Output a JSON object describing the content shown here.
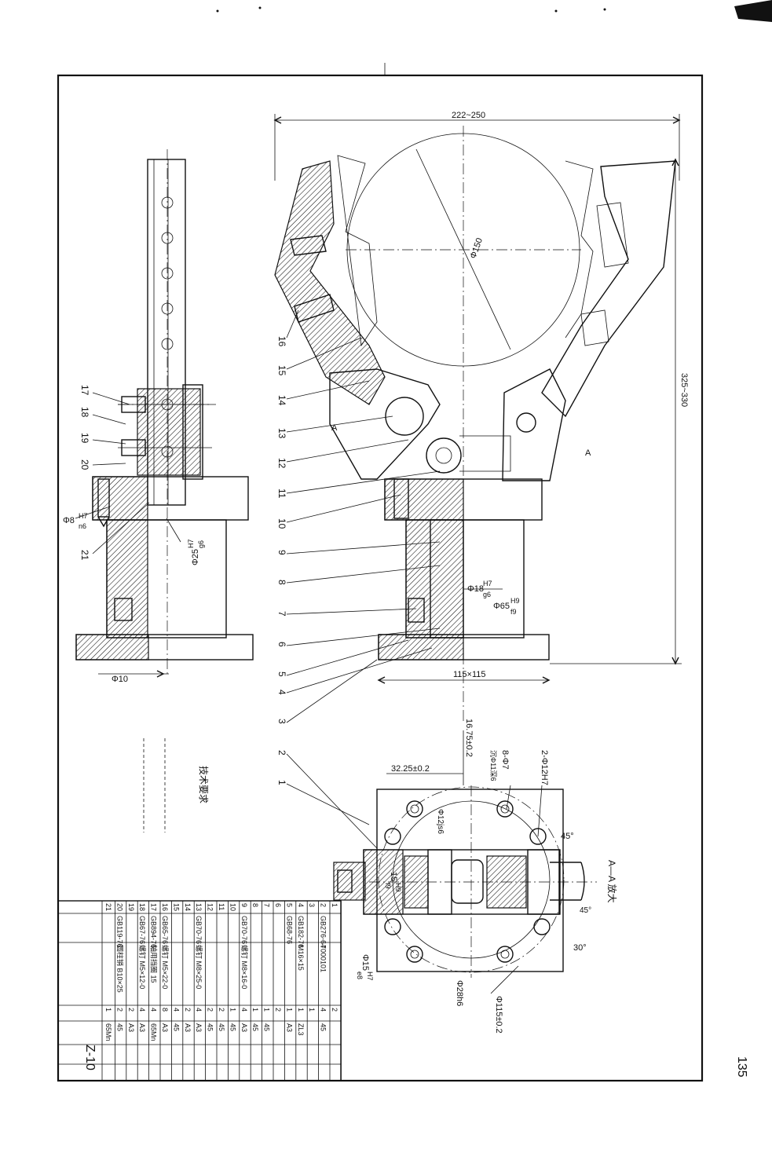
{
  "page_number": "135",
  "technical_requirements": "技术要求",
  "section_label": "A—A 放大",
  "drawing_number": "Z-10",
  "dimensions": {
    "jaw_span": "222~250",
    "height": "325~330",
    "circle_dia": "Φ150",
    "base": "115×115",
    "pin_fit": [
      "Φ8",
      "H7",
      "n6"
    ],
    "shaft_fit": [
      "Φ25",
      "H7",
      "g6"
    ],
    "bottom_dia": "Φ10",
    "rod_fit": [
      "Φ18",
      "H7",
      "g6"
    ],
    "bore_fit": [
      "Φ65",
      "H9",
      "f9"
    ],
    "offset_1": "16.75±0.2",
    "offset_2": "32.25±0.2",
    "holes_1": "8-Φ7",
    "holes_1_note": "沉Φ11深6",
    "holes_2": "2-Φ12H7",
    "pin_dia": "Φ12js6",
    "slot_fit": [
      "15",
      "H9",
      "f9"
    ],
    "lower_fit": [
      "Φ15",
      "H7",
      "e8"
    ],
    "bore_28": "Φ28h6",
    "pcd": "Φ115±0.2",
    "angle_1": "45°",
    "angle_2": "30°",
    "angle_3": "45°",
    "section_mark": "A",
    "section_mark_2": "A"
  },
  "balloons_left": [
    "17",
    "18",
    "19",
    "20",
    "21"
  ],
  "balloons_right": [
    "16",
    "15",
    "14",
    "13",
    "12",
    "11",
    "10",
    "9",
    "8",
    "7",
    "6",
    "5",
    "4",
    "3",
    "2",
    "1"
  ],
  "parts_list": [
    {
      "no": "21",
      "std": "",
      "name": "",
      "qty": "1",
      "mat": "65Mn"
    },
    {
      "no": "20",
      "std": "GB119-76",
      "name": "圆柱销 B10×25",
      "qty": "2",
      "mat": "45"
    },
    {
      "no": "19",
      "std": "",
      "name": "",
      "qty": "2",
      "mat": "A3"
    },
    {
      "no": "18",
      "std": "GB67-76",
      "name": "螺钉 M5×12-0",
      "qty": "4",
      "mat": "A3"
    },
    {
      "no": "17",
      "std": "GB894-76",
      "name": "轴用挡圈 15",
      "qty": "4",
      "mat": "65Mn"
    },
    {
      "no": "16",
      "std": "GB65-76",
      "name": "螺钉 M5×22-0",
      "qty": "8",
      "mat": "A3"
    },
    {
      "no": "15",
      "std": "",
      "name": "",
      "qty": "4",
      "mat": "45"
    },
    {
      "no": "14",
      "std": "",
      "name": "",
      "qty": "2",
      "mat": "A3"
    },
    {
      "no": "13",
      "std": "GB70-76",
      "name": "螺钉 M8×25-0",
      "qty": "4",
      "mat": "A3"
    },
    {
      "no": "12",
      "std": "",
      "name": "",
      "qty": "2",
      "mat": "45"
    },
    {
      "no": "11",
      "std": "",
      "name": "",
      "qty": "2",
      "mat": "45"
    },
    {
      "no": "10",
      "std": "",
      "name": "",
      "qty": "1",
      "mat": "45"
    },
    {
      "no": "9",
      "std": "GB70-76",
      "name": "螺钉 M8×16-0",
      "qty": "4",
      "mat": "A3"
    },
    {
      "no": "8",
      "std": "",
      "name": "",
      "qty": "1",
      "mat": "45"
    },
    {
      "no": "7",
      "std": "",
      "name": "",
      "qty": "1",
      "mat": "45"
    },
    {
      "no": "6",
      "std": "",
      "name": "",
      "qty": "2",
      "mat": ""
    },
    {
      "no": "5",
      "std": "GB68-76",
      "name": "",
      "qty": "1",
      "mat": "A3"
    },
    {
      "no": "4",
      "std": "GB182-76",
      "name": "M16×15",
      "qty": "1",
      "mat": "ZL3"
    },
    {
      "no": "3",
      "std": "",
      "name": "",
      "qty": "1",
      "mat": ""
    },
    {
      "no": "2",
      "std": "GB276-64",
      "name": "7000101",
      "qty": "4",
      "mat": "45"
    },
    {
      "no": "1",
      "std": "",
      "name": "",
      "qty": "2",
      "mat": ""
    }
  ]
}
